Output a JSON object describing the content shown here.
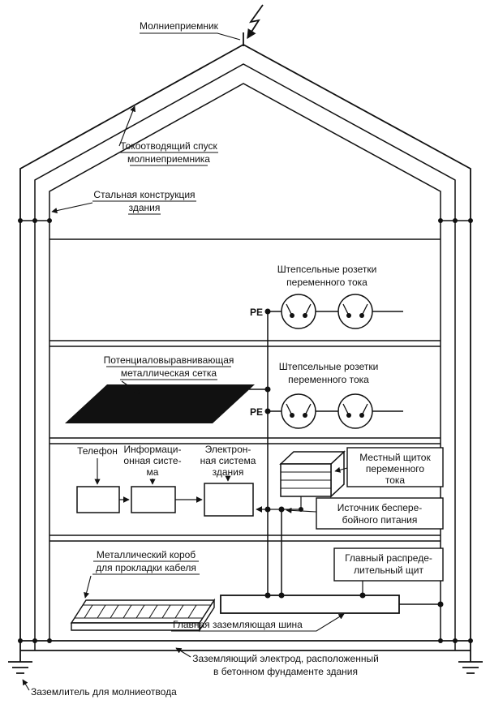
{
  "diagram": {
    "kind": "building-lightning-protection-and-earthing-scheme",
    "colors": {
      "line": "#111111",
      "background": "#ffffff",
      "mesh_fill": "#111111"
    }
  },
  "labels": {
    "lightning_rod": "Молниеприемник",
    "down_conductor": [
      "Токоотводящий спуск",
      "молниеприемника"
    ],
    "steel_structure": [
      "Стальная конструкция",
      "здания"
    ],
    "sockets_upper": [
      "Штепсельные розетки",
      "переменного тока"
    ],
    "pe_upper": "PE",
    "equipotential_mesh": [
      "Потенциаловыравнивающая",
      "металлическая сетка"
    ],
    "sockets_lower": [
      "Штепсельные розетки",
      "переменного тока"
    ],
    "pe_lower": "PE",
    "telephone": "Телефон",
    "information_system": [
      "Информаци-",
      "онная систе-",
      "ма"
    ],
    "building_electronic_system": [
      "Электрон-",
      "ная система",
      "здания"
    ],
    "local_ac_panel": [
      "Местный щиток",
      "переменного",
      "тока"
    ],
    "ups": [
      "Источник беспере-",
      "бойного питания"
    ],
    "cable_tray": [
      "Металлический короб",
      "для прокладки кабеля"
    ],
    "main_distribution_board": [
      "Главный распреде-",
      "лительный щит"
    ],
    "main_earthing_bus": "Главная заземляющая шина",
    "foundation_electrode": [
      "Заземляющий электрод, расположенный",
      "в бетонном фундаменте здания"
    ],
    "lightning_earth": "Заземлитель для молниеотвода"
  }
}
